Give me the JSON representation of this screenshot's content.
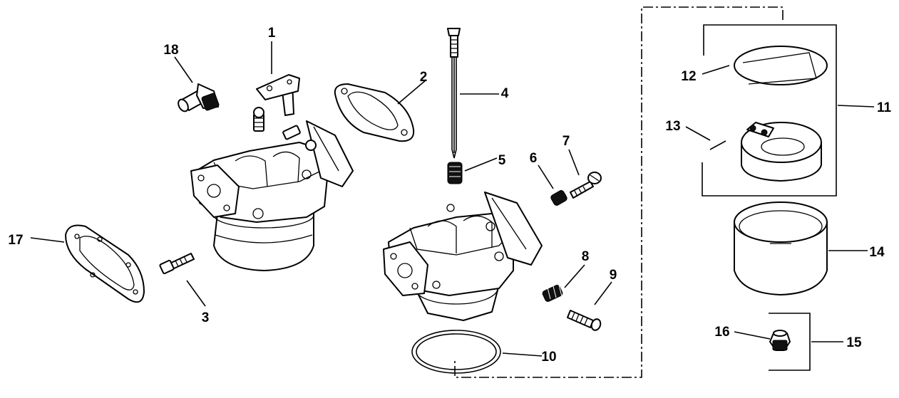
{
  "diagram": {
    "type": "exploded-parts-diagram",
    "subject": "carburetor assembly",
    "line_color": "#000000",
    "background": "#ffffff",
    "callouts": [
      {
        "id": "1",
        "text": "1"
      },
      {
        "id": "2",
        "text": "2"
      },
      {
        "id": "3",
        "text": "3"
      },
      {
        "id": "4",
        "text": "4"
      },
      {
        "id": "5",
        "text": "5"
      },
      {
        "id": "6",
        "text": "6"
      },
      {
        "id": "7",
        "text": "7"
      },
      {
        "id": "8",
        "text": "8"
      },
      {
        "id": "9",
        "text": "9"
      },
      {
        "id": "10",
        "text": "10"
      },
      {
        "id": "11",
        "text": "11"
      },
      {
        "id": "12",
        "text": "12"
      },
      {
        "id": "13",
        "text": "13"
      },
      {
        "id": "14",
        "text": "14"
      },
      {
        "id": "15",
        "text": "15"
      },
      {
        "id": "16",
        "text": "16"
      },
      {
        "id": "17",
        "text": "17"
      },
      {
        "id": "18",
        "text": "18"
      }
    ]
  }
}
